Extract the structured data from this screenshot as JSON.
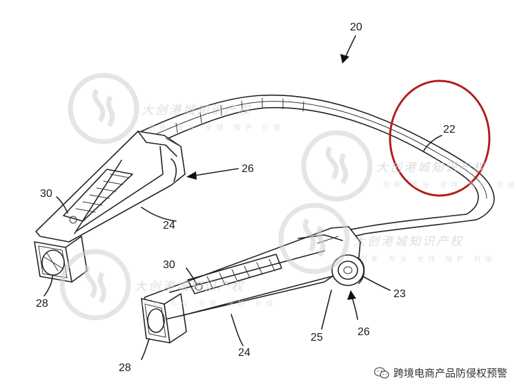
{
  "labels": {
    "device": "20",
    "band": "22",
    "joint": "23",
    "housing_left": "24",
    "housing_right": "24",
    "hinge_left": "26",
    "hinge_right": "26",
    "hinge_cap": "25",
    "end_cap_left": "28",
    "end_cap_right": "28",
    "buttons_left": "30",
    "buttons_right": "30"
  },
  "watermark": {
    "title": "大创港城知识产权",
    "subtitle": "创新  专业  全球  保护  价值"
  },
  "footer": {
    "channel": "跨境电商产品防侵权预警"
  },
  "highlight_color": "#b01e1e"
}
